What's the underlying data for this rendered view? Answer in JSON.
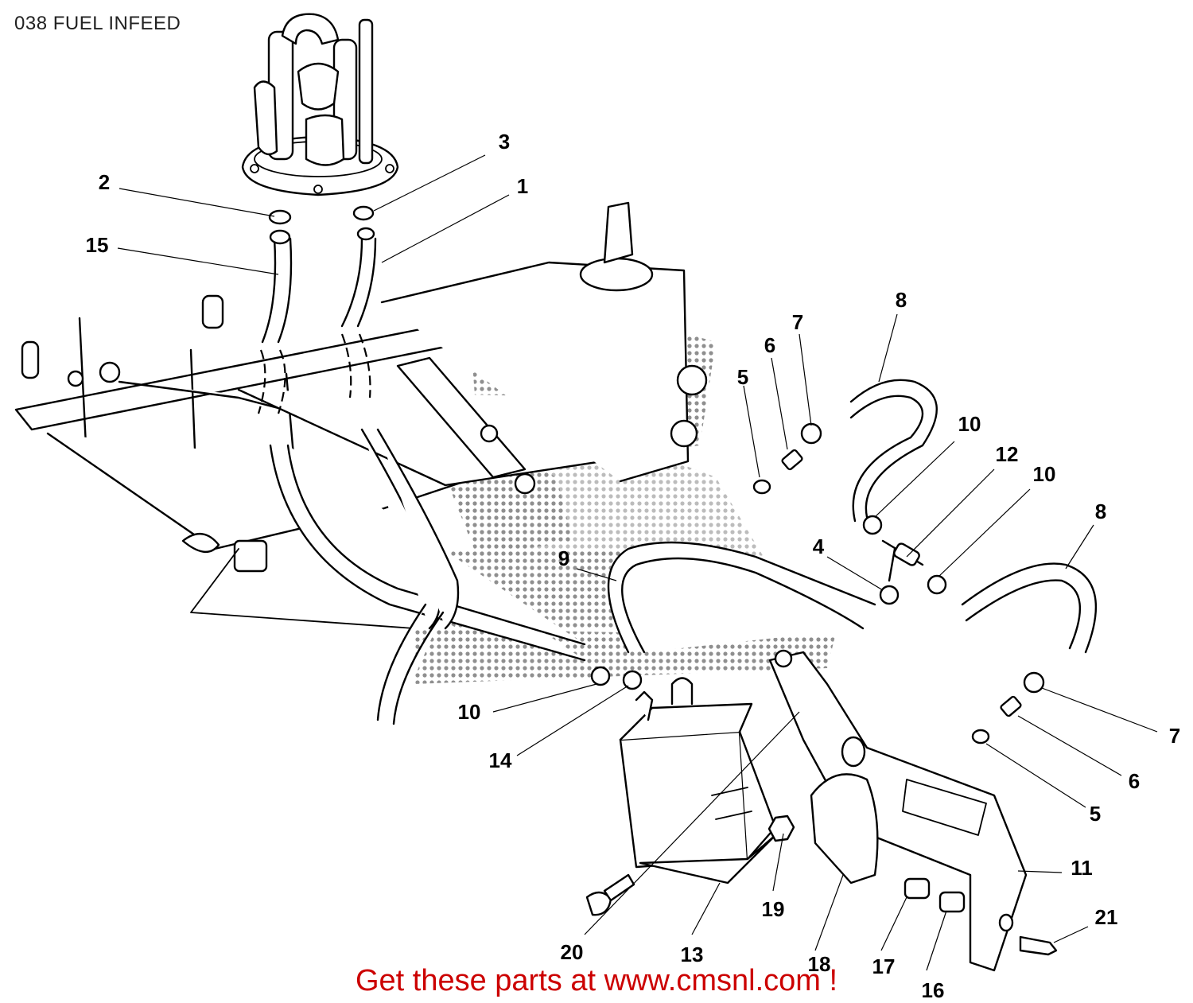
{
  "diagram": {
    "title": "038 FUEL INFEED",
    "footer": "Get these parts at www.cmsnl.com !",
    "watermark_icon": "rcms-dot-logo-watermark",
    "line_color": "#000000",
    "footer_color": "#cc0000",
    "callouts": [
      {
        "label": "2"
      },
      {
        "label": "3"
      },
      {
        "label": "1"
      },
      {
        "label": "15"
      },
      {
        "label": "8"
      },
      {
        "label": "7"
      },
      {
        "label": "6"
      },
      {
        "label": "5"
      },
      {
        "label": "10"
      },
      {
        "label": "12"
      },
      {
        "label": "10"
      },
      {
        "label": "8"
      },
      {
        "label": "4"
      },
      {
        "label": "9"
      },
      {
        "label": "10"
      },
      {
        "label": "14"
      },
      {
        "label": "7"
      },
      {
        "label": "6"
      },
      {
        "label": "5"
      },
      {
        "label": "11"
      },
      {
        "label": "21"
      },
      {
        "label": "19"
      },
      {
        "label": "20"
      },
      {
        "label": "13"
      },
      {
        "label": "18"
      },
      {
        "label": "17"
      },
      {
        "label": "16"
      }
    ]
  }
}
